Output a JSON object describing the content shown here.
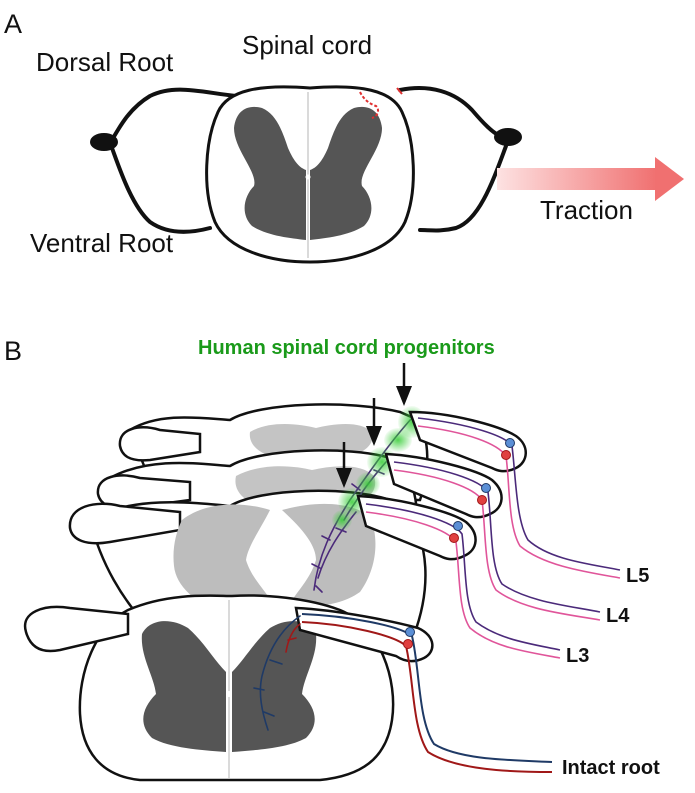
{
  "panels": {
    "a": {
      "letter": "A",
      "spinal_cord": "Spinal cord",
      "dorsal_root": "Dorsal Root",
      "ventral_root": "Ventral Root",
      "traction": "Traction"
    },
    "b": {
      "letter": "B",
      "progenitors": "Human spinal cord progenitors",
      "roots": [
        "L5",
        "L4",
        "L3",
        "Intact root"
      ]
    }
  },
  "colors": {
    "grey_matter": "#555555",
    "grey_matter_back": "#b3b3b3",
    "traction_arrow": "#f07070",
    "progenitor_cells": "#33cc33",
    "axon_purple": "#4b2a7a",
    "axon_pink": "#e0559a",
    "axon_navy": "#1f3a66",
    "axon_red": "#a01818",
    "tear": "#e03030"
  }
}
